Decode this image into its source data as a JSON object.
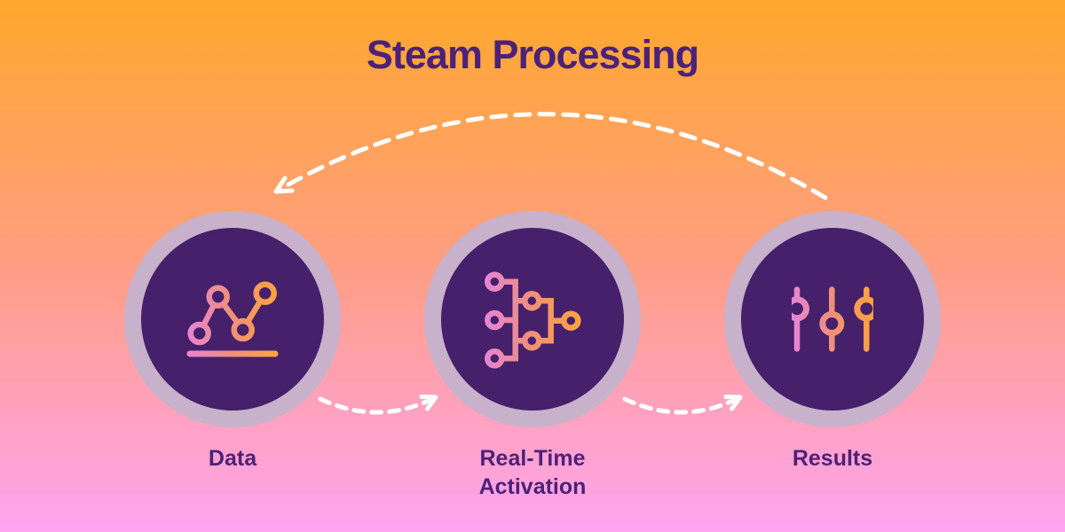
{
  "title": "Steam Processing",
  "steps": [
    {
      "label": "Data",
      "icon": "line-chart-icon"
    },
    {
      "label": "Real-Time Activation",
      "icon": "tree-network-icon"
    },
    {
      "label": "Results",
      "icon": "sliders-icon"
    }
  ],
  "flow": {
    "step1_to_step2": "dashed-curved-arrow",
    "step2_to_step3": "dashed-curved-arrow",
    "loop_back_step3_to_step1": "dashed-arc-arrow"
  },
  "colors": {
    "bg_top": "#FFA72C",
    "bg_mid": "#FF9E87",
    "bg_bottom": "#FFA4F0",
    "title_text": "#4C2179",
    "label_text": "#4C2179",
    "disc_fill": "#46206A",
    "disc_ring": "rgba(249,233,241,0.72)",
    "icon_gradient_start": "#E584D8",
    "icon_gradient_mid": "#F09077",
    "icon_gradient_end": "#FFA43C",
    "arrow": "#FFFFFF"
  }
}
